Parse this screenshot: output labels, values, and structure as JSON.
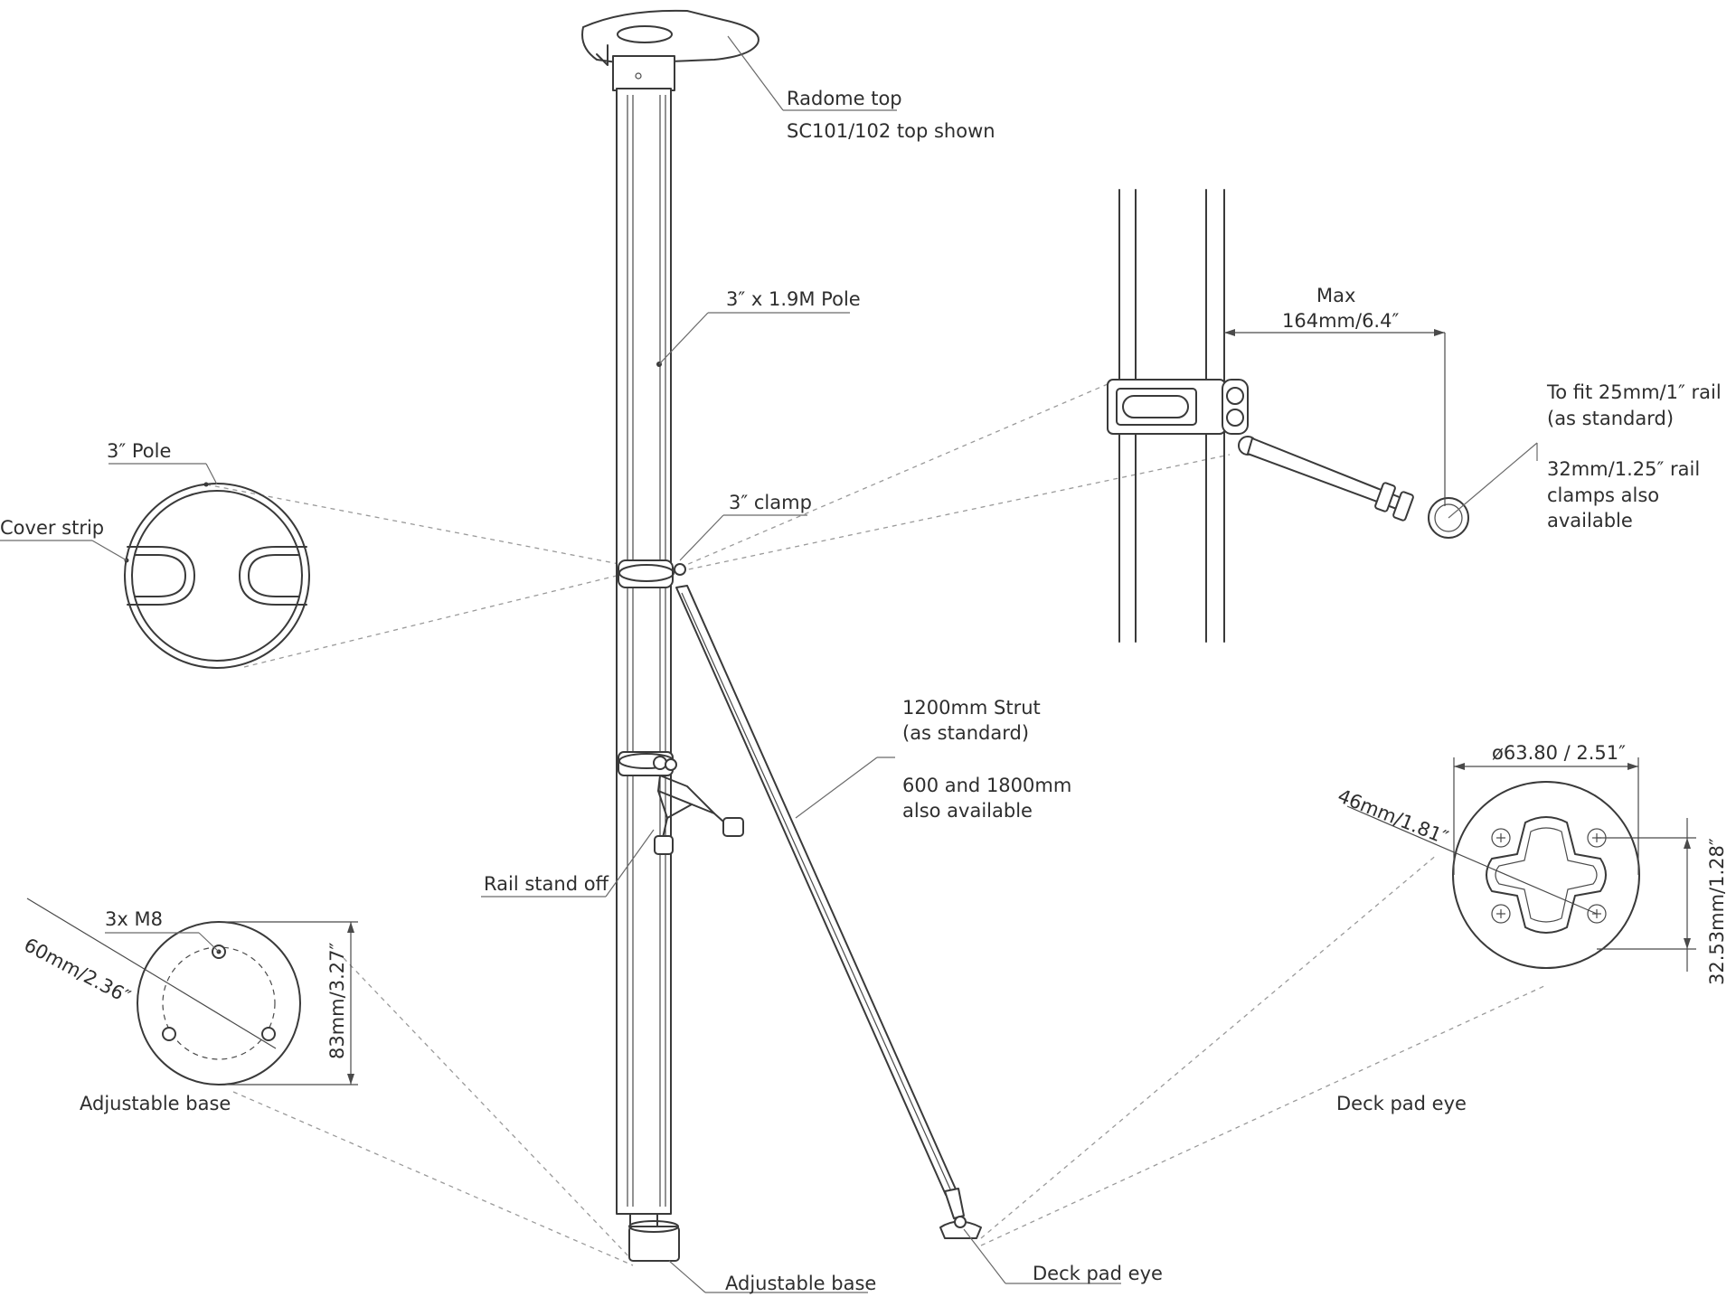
{
  "labels": {
    "radome_top": "Radome top",
    "radome_top_note": "SC101/102 top shown",
    "pole": "3″ x 1.9M Pole",
    "pole_section": "3″ Pole",
    "cover_strip": "Cover strip",
    "clamp": "3″ clamp",
    "max": "Max",
    "max_value": "164mm/6.4″",
    "rail_fit_1": "To fit 25mm/1″ rail",
    "rail_fit_2": "(as standard)",
    "rail_alt_1": "32mm/1.25″ rail",
    "rail_alt_2": "clamps also",
    "rail_alt_3": "available",
    "strut_1": "1200mm Strut",
    "strut_2": "(as standard)",
    "strut_alt_1": "600 and 1800mm",
    "strut_alt_2": "also available",
    "rail_stand_off": "Rail stand off",
    "m8": "3x M8",
    "base_diag": "60mm/2.36″",
    "base_height": "83mm/3.27″",
    "adjustable_base_detail": "Adjustable base",
    "adjustable_base": "Adjustable base",
    "pad_diameter": "ø63.80 / 2.51″",
    "pad_diag": "46mm/1.81″",
    "pad_height": "32.53mm/1.28″",
    "deck_pad_eye_detail": "Deck pad eye",
    "deck_pad_eye": "Deck pad eye"
  }
}
